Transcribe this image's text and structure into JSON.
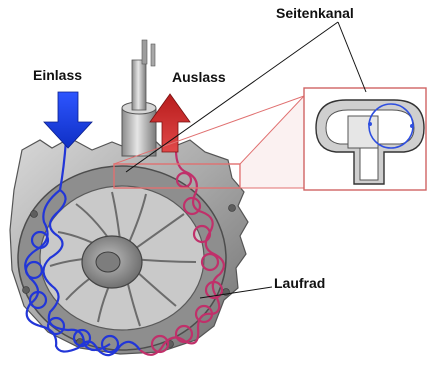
{
  "labels": {
    "seitenkanal": "Seitenkanal",
    "einlass": "Einlass",
    "auslass": "Auslass",
    "laufrad": "Laufrad"
  },
  "colors": {
    "inlet_flow": "#2236d8",
    "outlet_flow": "#c0306a",
    "inlet_arrow": "#1a3fe0",
    "outlet_arrow": "#d42a2a",
    "callout_outline": "#e07070",
    "housing": "#9a9a9a"
  },
  "icons": {
    "inlet_arrow": "arrow-down-icon",
    "outlet_arrow": "arrow-up-icon"
  }
}
